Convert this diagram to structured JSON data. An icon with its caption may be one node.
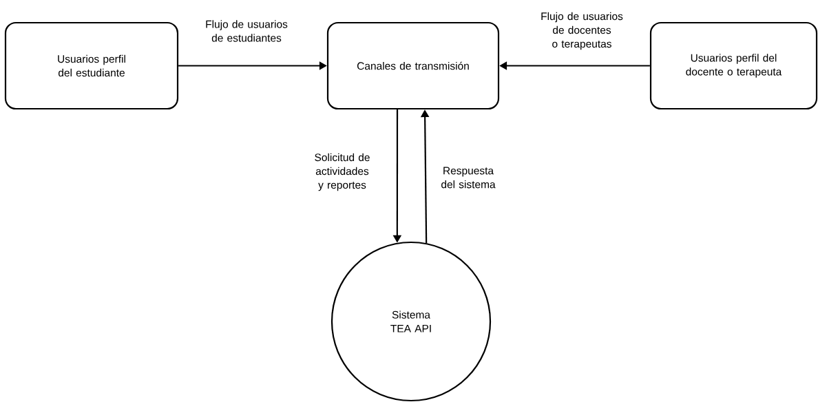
{
  "diagram": {
    "nodes": [
      {
        "text": [
          "Usuarios perfil del estudiante"
        ]
      },
      {
        "text": [
          "Canales de transmisión"
        ]
      },
      {
        "text": [
          "Usuarios perfil del docente o terapeuta"
        ]
      },
      {
        "text": [
          "Sistema TEA API"
        ]
      }
    ],
    "edges": [
      {
        "from": 0,
        "to": 1,
        "arrow": "to",
        "label": "Flujo de usuarios de estudiantes"
      },
      {
        "from": 2,
        "to": 1,
        "arrow": "to",
        "label": "Flujo de usuarios de docentes o terapeutas"
      },
      {
        "from": 1,
        "to": 3,
        "arrow": "to",
        "label": "Solicitud de actividades y reportes"
      },
      {
        "from": 3,
        "to": 1,
        "arrow": "to",
        "label": "Respuesta del sistema"
      }
    ]
  }
}
